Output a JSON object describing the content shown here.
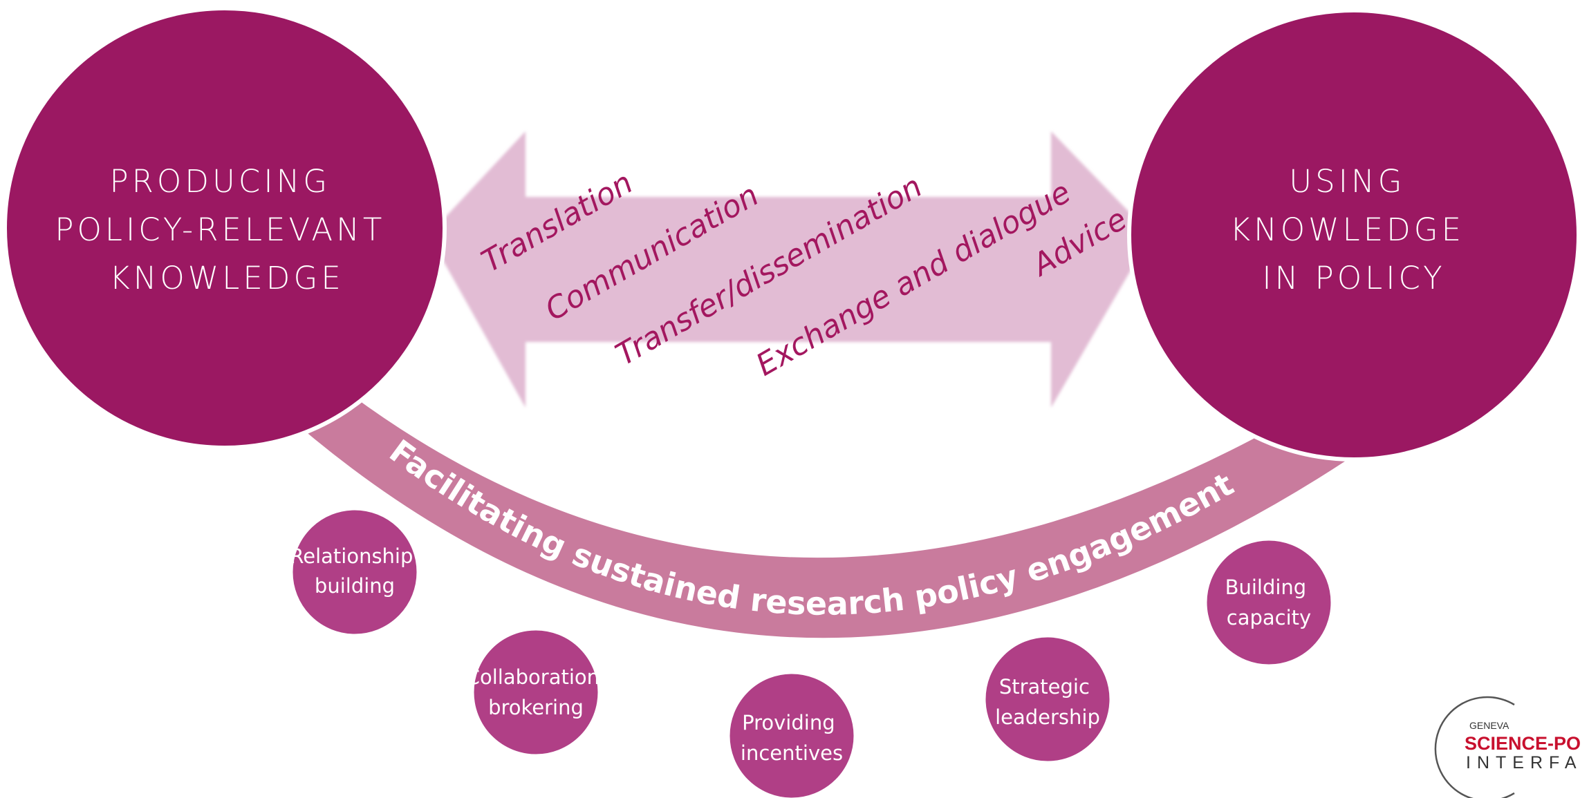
{
  "producing": {
    "line1": "PRODUCING",
    "line2": "POLICY-RELEVANT",
    "line3": "KNOWLEDGE"
  },
  "using": {
    "line1": "USING",
    "line2": "KNOWLEDGE",
    "line3": "IN POLICY"
  },
  "flows": {
    "translation": "Translation",
    "communication": "Communication",
    "transfer": "Transfer/dissemination",
    "exchange": "Exchange and dialogue",
    "advice": "Advice"
  },
  "arc_label": "Facilitating sustained research policy engagement",
  "mechanisms": {
    "relationship": {
      "line1": "Relationship",
      "line2": "building"
    },
    "collaboration": {
      "line1": "Collaboration",
      "line2": "brokering"
    },
    "incentives": {
      "line1": "Providing",
      "line2": "incentives"
    },
    "leadership": {
      "line1": "Strategic",
      "line2": "leadership"
    },
    "capacity": {
      "line1": "Building",
      "line2": "capacity"
    }
  },
  "logo": {
    "line1": "GENEVA",
    "line2": "SCIENCE-PO",
    "line3": "INTERFA"
  },
  "colors": {
    "big_circle": "#9b1862",
    "arrow": "#e2bcd4",
    "arc_band": "#c97b9d",
    "small_circle": "#b03f86",
    "flow_text": "#a3175f",
    "logo_red": "#c8102e"
  }
}
